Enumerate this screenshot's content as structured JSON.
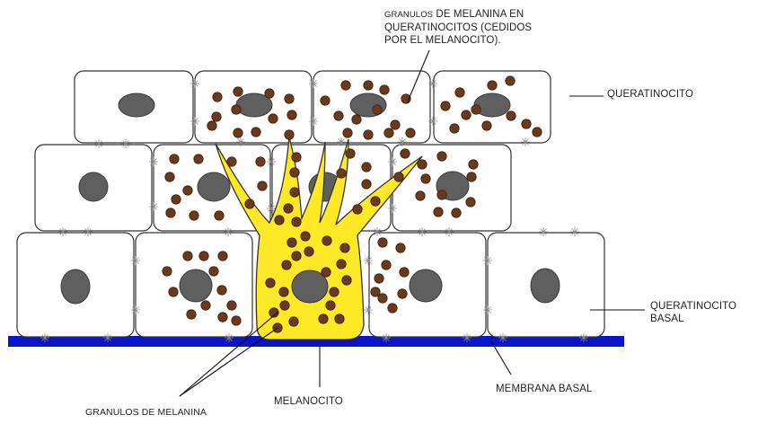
{
  "labels": {
    "granules_keratinocytes_line1_small": "GRANULOS",
    "granules_keratinocytes_line1_rest": " DE MELANINA EN",
    "granules_keratinocytes_line2": "QUERATINOCITOS (CEDIDOS",
    "granules_keratinocytes_line3": "POR EL MELANOCITO).",
    "queratinocito": "QUERATINOCITO",
    "queratinocito_basal_line1": "QUERATINOCITO",
    "queratinocito_basal_line2": "BASAL",
    "membrana_basal": "MEMBRANA BASAL",
    "melanocito": "MELANOCITO",
    "granulos_de_melanina": "GRANULOS DE MELANINA"
  },
  "colors": {
    "membrane": "#0a14c8",
    "melanocyte": "#ffe826",
    "granule": "#6b3a1c",
    "nucleus": "#5f5f5f",
    "cell_outline": "#333333"
  }
}
